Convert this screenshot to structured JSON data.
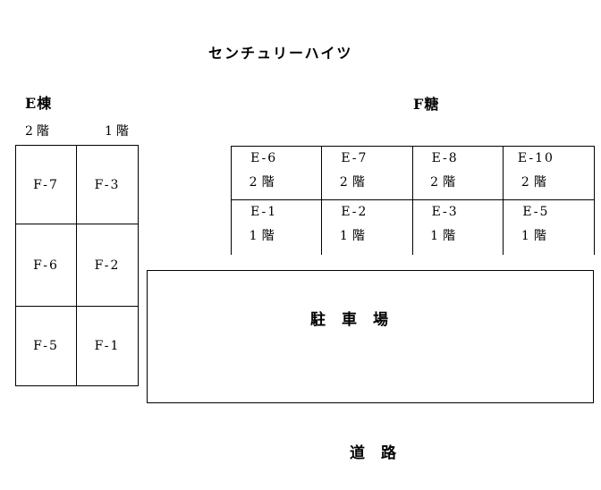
{
  "title": "センチュリーハイツ",
  "e_building": {
    "label": "E棟",
    "floor_headers": [
      "2階",
      "1階"
    ],
    "grid": [
      [
        "F-7",
        "F-3"
      ],
      [
        "F-6",
        "F-2"
      ],
      [
        "F-5",
        "F-1"
      ]
    ]
  },
  "f_building": {
    "label": "F糖",
    "upper_row": [
      {
        "room": "E-6",
        "floor": "2階"
      },
      {
        "room": "E-7",
        "floor": "2階"
      },
      {
        "room": "E-8",
        "floor": "2階"
      },
      {
        "room": "E-10",
        "floor": "2階"
      }
    ],
    "lower_row": [
      {
        "room": "E-1",
        "floor": "1階"
      },
      {
        "room": "E-2",
        "floor": "1階"
      },
      {
        "room": "E-3",
        "floor": "1階"
      },
      {
        "room": "E-5",
        "floor": "1階"
      }
    ]
  },
  "parking": {
    "label": "駐車場"
  },
  "road": {
    "label": "道路"
  }
}
